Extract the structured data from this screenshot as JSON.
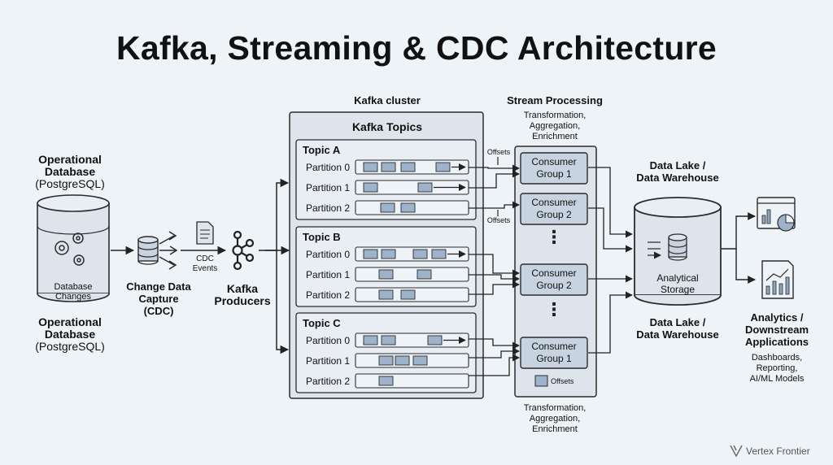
{
  "title": "Kafka, Streaming & CDC Architecture",
  "source_db": {
    "top": {
      "line1": "Operational",
      "line2": "Database",
      "line3": "(PostgreSQL)"
    },
    "inner_label": {
      "line1": "Database",
      "line2": "Changes"
    },
    "bottom": {
      "line1": "Operational",
      "line2": "Database",
      "line3": "(PostgreSQL)"
    }
  },
  "cdc": {
    "line1": "Change Data",
    "line2": "Capture",
    "line3": "(CDC)",
    "events_line1": "CDC",
    "events_line2": "Events"
  },
  "producers": {
    "line1": "Kafka",
    "line2": "Producers"
  },
  "cluster": {
    "label": "Kafka cluster",
    "topics_heading": "Kafka Topics",
    "topics": [
      {
        "name": "Topic A",
        "partitions": [
          "Partition 0",
          "Partition 1",
          "Partition 2"
        ]
      },
      {
        "name": "Topic B",
        "partitions": [
          "Partition 0",
          "Partition 1",
          "Partition 2"
        ]
      },
      {
        "name": "Topic C",
        "partitions": [
          "Partition 0",
          "Partition 1",
          "Partition 2"
        ]
      }
    ]
  },
  "processing": {
    "heading": "Stream Processing",
    "top_note": {
      "line1": "Transformation,",
      "line2": "Aggregation,",
      "line3": "Enrichment"
    },
    "bottom_note": {
      "line1": "Transformation,",
      "line2": "Aggregation,",
      "line3": "Enrichment"
    },
    "offsets_label": "Offsets",
    "groups": [
      {
        "line1": "Consumer",
        "line2": "Group 1"
      },
      {
        "line1": "Consumer",
        "line2": "Group 2"
      },
      {
        "line1": "Consumer",
        "line2": "Group 2"
      },
      {
        "line1": "Consumer",
        "line2": "Group 1"
      }
    ]
  },
  "lake": {
    "top": {
      "line1": "Data Lake /",
      "line2": "Data Warehouse"
    },
    "inner": {
      "line1": "Analytical",
      "line2": "Storage"
    },
    "bottom": {
      "line1": "Data Lake /",
      "line2": "Data Warehouse"
    }
  },
  "analytics": {
    "heading": {
      "line1": "Analytics /",
      "line2": "Downstream",
      "line3": "Applications"
    },
    "desc": {
      "line1": "Dashboards,",
      "line2": "Reporting,",
      "line3": "AI/ML Models"
    }
  },
  "watermark": "Vertex Frontier",
  "colors": {
    "background": "#eef3f7",
    "box_fill": "#dde4ec",
    "message_fill": "#9db2cb",
    "stroke": "#2b2b2b"
  }
}
